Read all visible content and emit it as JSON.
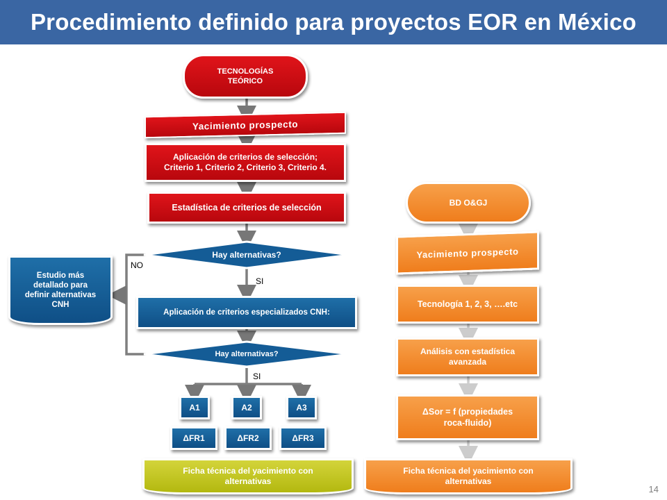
{
  "title": "Procedimiento definido para proyectos EOR en México",
  "page_number": "14",
  "left": {
    "start": "TECNOLOGÍAS\nTEÓRICO",
    "banner": "Yacimiento prospecto",
    "criteria": "Aplicación de criterios  de selección;\nCriterio 1, Criterio 2, Criterio 3, Criterio 4.",
    "stats": "Estadística de criterios de selección",
    "decision1": "Hay alternativas?",
    "no_label": "NO",
    "yes1_label": "SI",
    "study": "Estudio más\ndetallado para\ndefinir alternativas\nCNH",
    "specialized": "Aplicación de criterios especializados CNH:",
    "decision2": "Hay alternativas?",
    "yes2_label": "SI",
    "alternatives": [
      "A1",
      "A2",
      "A3"
    ],
    "factors": [
      "ΔFR1",
      "ΔFR2",
      "ΔFR3"
    ],
    "sheet": "Ficha técnica  del yacimiento con\nalternativas"
  },
  "right": {
    "start": "BD O&GJ",
    "banner": "Yacimiento prospecto",
    "tech": "Tecnología 1, 2, 3, ….etc",
    "analysis": "Análisis con estadística\navanzada",
    "sor": "ΔSor = f (propiedades\nroca-fluido)",
    "sheet": "Ficha técnica  del yacimiento con\nalternativas"
  },
  "colors": {
    "title_bar": "#3a66a3",
    "red": "#c80c12",
    "blue": "#145c96",
    "orange": "#f28a2e",
    "olive": "#c0c41c"
  }
}
